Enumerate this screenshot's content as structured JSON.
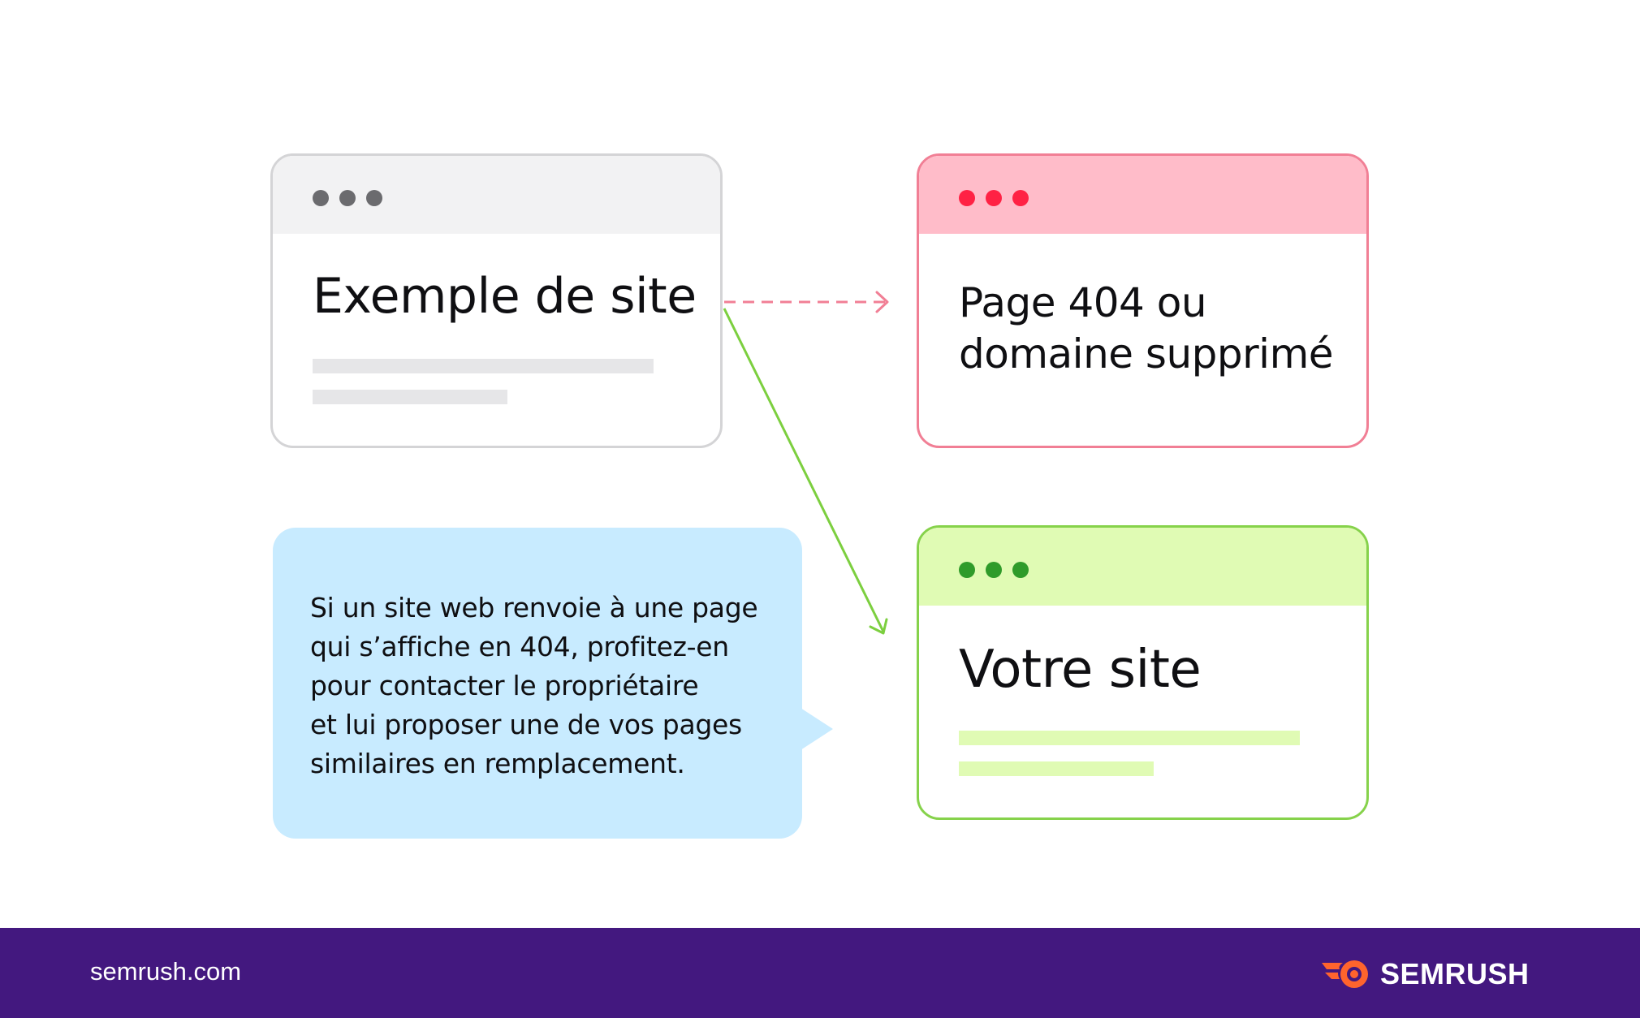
{
  "cards": {
    "example": {
      "title": "Exemple de site",
      "header_color": "#f2f2f3",
      "dot_color": "#6b6b6e",
      "border_color": "#d4d4d6"
    },
    "error404": {
      "title_line1": "Page 404 ou",
      "title_line2": "domaine supprimé",
      "header_color": "#ffbcc9",
      "dot_color": "#ff2244",
      "border_color": "#f17f95"
    },
    "yours": {
      "title": "Votre site",
      "header_color": "#e0fbb4",
      "dot_color": "#2f9b2a",
      "border_color": "#86d24b"
    }
  },
  "bubble": {
    "lines": [
      "Si un site web renvoie à une page",
      "qui s’affiche en 404, profitez-en",
      "pour contacter le propriétaire",
      "et lui proposer une de vos pages",
      "similaires en remplacement."
    ],
    "background": "#c8ebff"
  },
  "arrows": {
    "broken_link": {
      "style": "dashed",
      "color": "#f17f95",
      "from": "example",
      "to": "error404"
    },
    "replacement_link": {
      "style": "solid",
      "color": "#7ccf3f",
      "from": "example",
      "to": "yours"
    }
  },
  "footer": {
    "url": "semrush.com",
    "brand": "SEMRUSH",
    "background": "#43187f",
    "logo_color": "#ff642d"
  }
}
